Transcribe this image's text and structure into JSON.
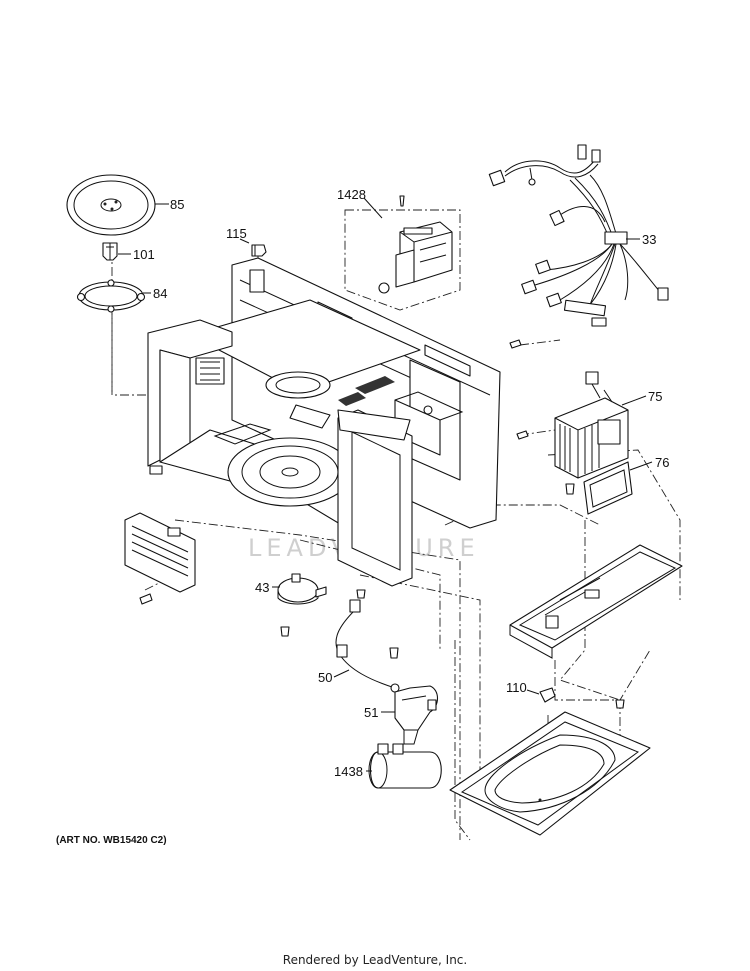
{
  "art_number": "(ART NO. WB15420 C2)",
  "footer": "Rendered by LeadVenture, Inc.",
  "watermark": "LEADVENTURE",
  "callouts": {
    "p85": "85",
    "p101": "101",
    "p84": "84",
    "p115": "115",
    "p1428": "1428",
    "p33": "33",
    "p75": "75",
    "p76": "76",
    "p43": "43",
    "p50": "50",
    "p51": "51",
    "p1438": "1438",
    "p110": "110"
  }
}
